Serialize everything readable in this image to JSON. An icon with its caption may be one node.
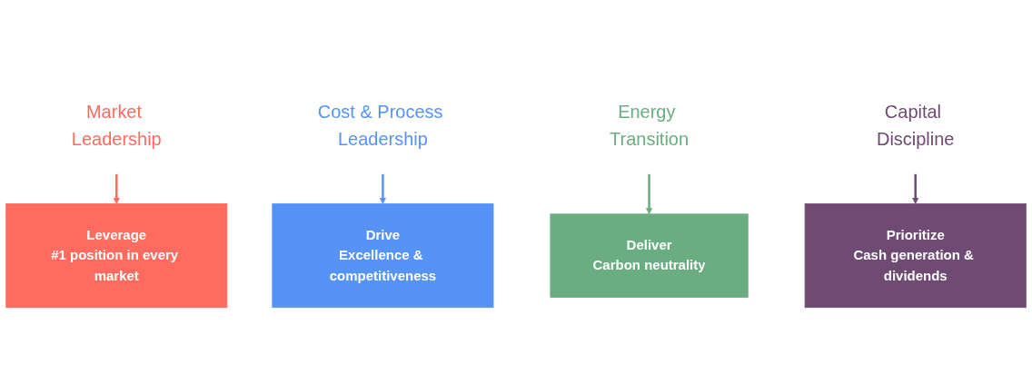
{
  "diagram": {
    "nodes": [
      {
        "text": [
          "Market Leadership"
        ]
      },
      {
        "text": [
          "Cost & Process Leadership"
        ]
      },
      {
        "text": [
          "Energy Transition"
        ]
      },
      {
        "text": [
          "Capital Discipline"
        ]
      },
      {
        "text": [
          "Leverage",
          "#1 position in every market"
        ]
      },
      {
        "text": [
          "Drive",
          "Excellence & competitiveness"
        ]
      },
      {
        "text": [
          "Deliver",
          "Carbon neutrality"
        ]
      },
      {
        "text": [
          "Prioritize",
          "Cash generation & dividends"
        ]
      }
    ],
    "edges": [
      {
        "from": 0,
        "to": 4,
        "arrow": "to",
        "color": "#ff6b5e"
      },
      {
        "from": 1,
        "to": 5,
        "arrow": "to",
        "color": "#5593f7"
      },
      {
        "from": 2,
        "to": 6,
        "arrow": "to",
        "color": "#6aad80"
      },
      {
        "from": 3,
        "to": 7,
        "arrow": "to",
        "color": "#6f4a73"
      }
    ]
  }
}
